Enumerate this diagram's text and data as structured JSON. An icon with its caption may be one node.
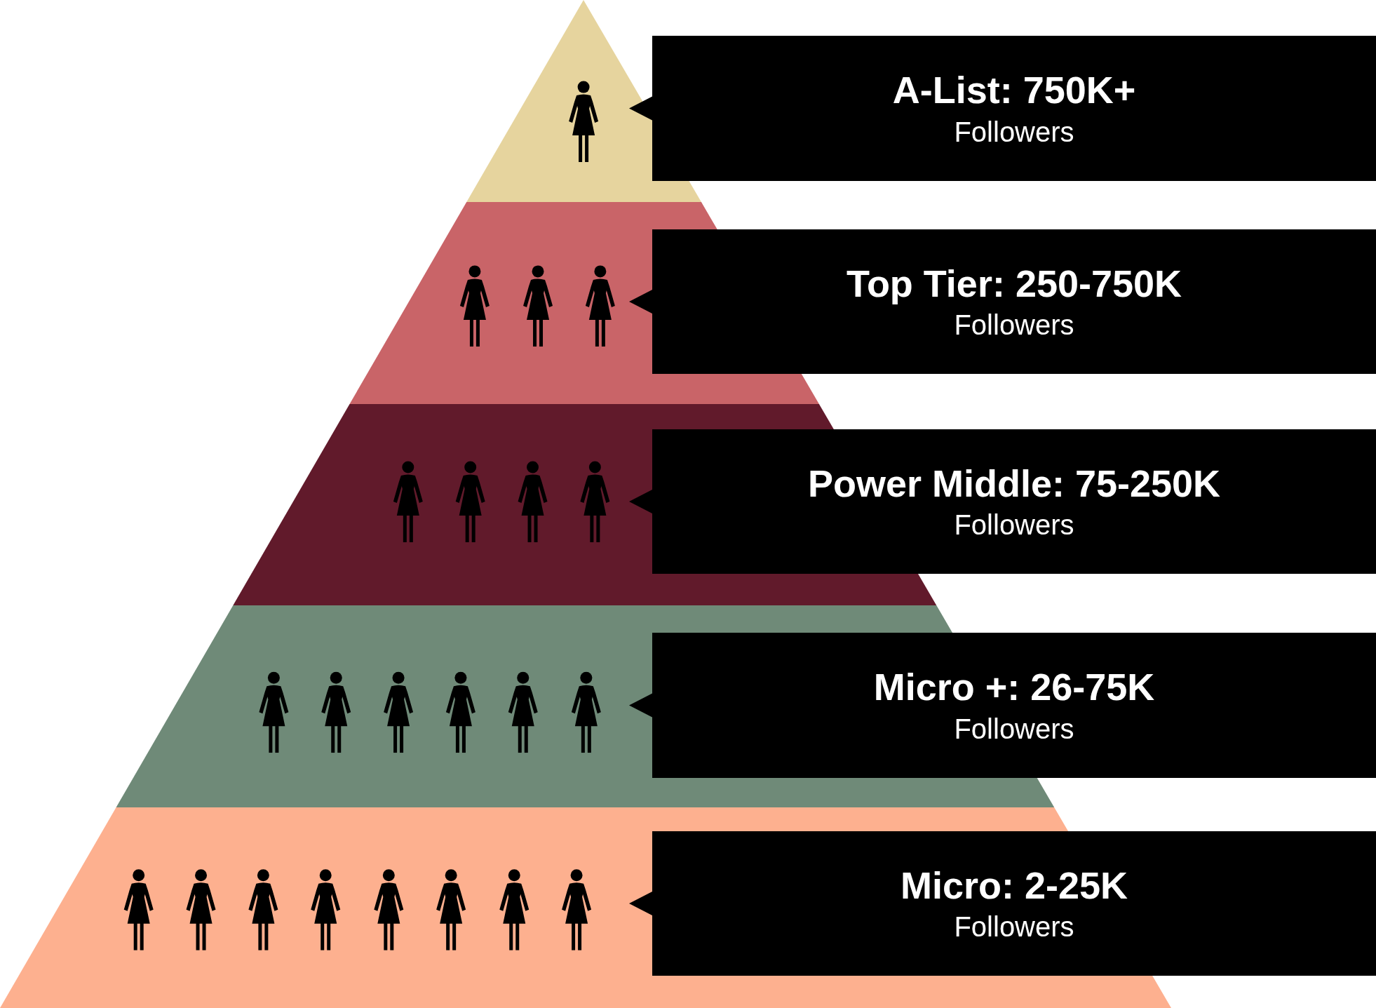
{
  "diagram": {
    "nodes": [
      {
        "text": [
          "A-List: 750K+",
          "Followers"
        ]
      },
      {
        "text": [
          "Top Tier: 250-750K",
          "Followers"
        ]
      },
      {
        "text": [
          "Power Middle: 75-250K",
          "Followers"
        ]
      },
      {
        "text": [
          "Micro +: 26-75K",
          "Followers"
        ]
      },
      {
        "text": [
          "Micro: 2-25K",
          "Followers"
        ]
      }
    ],
    "edges": []
  }
}
